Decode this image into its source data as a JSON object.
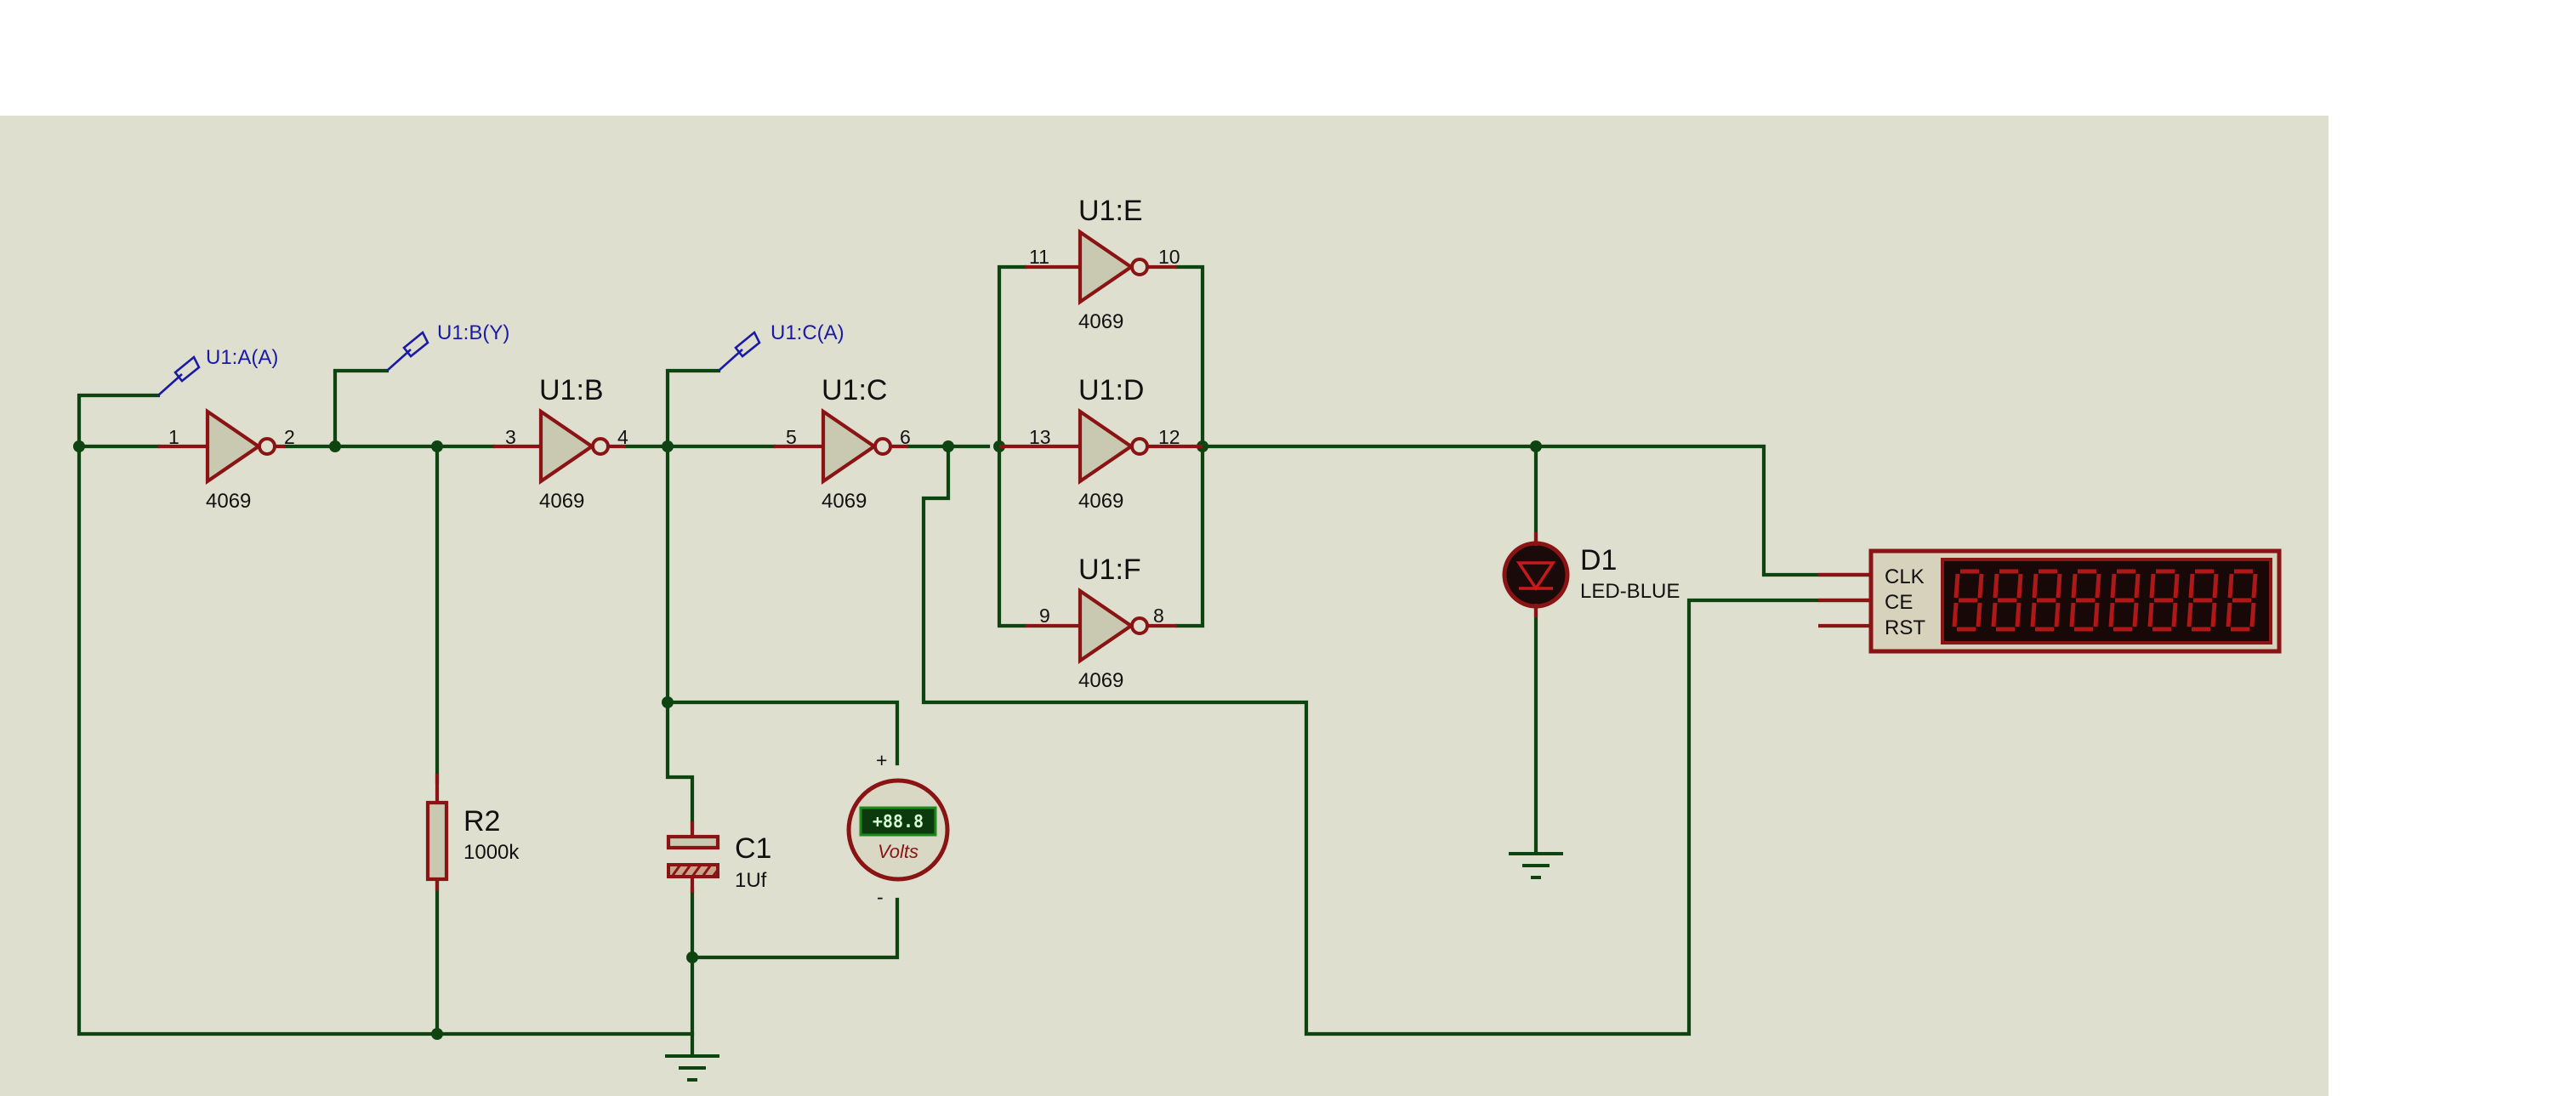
{
  "probes": [
    {
      "label": "U1:A(A)"
    },
    {
      "label": "U1:B(Y)"
    },
    {
      "label": "U1:C(A)"
    }
  ],
  "gates": [
    {
      "name": "",
      "type": "4069",
      "pin_in": "1",
      "pin_out": "2"
    },
    {
      "name": "U1:B",
      "type": "4069",
      "pin_in": "3",
      "pin_out": "4"
    },
    {
      "name": "U1:C",
      "type": "4069",
      "pin_in": "5",
      "pin_out": "6"
    },
    {
      "name": "U1:E",
      "type": "4069",
      "pin_in": "11",
      "pin_out": "10"
    },
    {
      "name": "U1:D",
      "type": "4069",
      "pin_in": "13",
      "pin_out": "12"
    },
    {
      "name": "U1:F",
      "type": "4069",
      "pin_in": "9",
      "pin_out": "8"
    }
  ],
  "resistor": {
    "name": "R2",
    "value": "1000k"
  },
  "capacitor": {
    "name": "C1",
    "value": "1Uf"
  },
  "voltmeter": {
    "display": "+88.8",
    "label": "Volts",
    "plus": "+",
    "minus": "-"
  },
  "led": {
    "name": "D1",
    "value": "LED-BLUE"
  },
  "counter": {
    "pins": [
      "CLK",
      "CE",
      "RST"
    ],
    "digits": 8
  },
  "colors": {
    "sheet": "#dfdfd0",
    "wire": "#0e4410",
    "component": "#8a1414",
    "probe": "#1a1aa6",
    "segment": "#b01818"
  }
}
